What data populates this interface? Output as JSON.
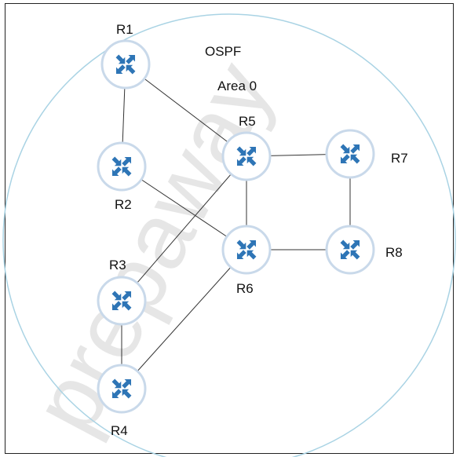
{
  "area": {
    "protocol": "OSPF",
    "name": "Area 0"
  },
  "watermark": "prepaway",
  "colors": {
    "router_fill": "#ffffff",
    "router_stroke": "#c9d9ea",
    "router_arrow": "#2e75b6",
    "area_circle": "#a9d3e4",
    "link": "#333333"
  },
  "routers": [
    {
      "id": "R1",
      "label": "R1"
    },
    {
      "id": "R2",
      "label": "R2"
    },
    {
      "id": "R3",
      "label": "R3"
    },
    {
      "id": "R4",
      "label": "R4"
    },
    {
      "id": "R5",
      "label": "R5"
    },
    {
      "id": "R6",
      "label": "R6"
    },
    {
      "id": "R7",
      "label": "R7"
    },
    {
      "id": "R8",
      "label": "R8"
    }
  ],
  "links": [
    [
      "R1",
      "R2"
    ],
    [
      "R1",
      "R5"
    ],
    [
      "R2",
      "R6"
    ],
    [
      "R3",
      "R4"
    ],
    [
      "R3",
      "R5"
    ],
    [
      "R4",
      "R6"
    ],
    [
      "R5",
      "R6"
    ],
    [
      "R5",
      "R7"
    ],
    [
      "R6",
      "R8"
    ],
    [
      "R7",
      "R8"
    ]
  ]
}
